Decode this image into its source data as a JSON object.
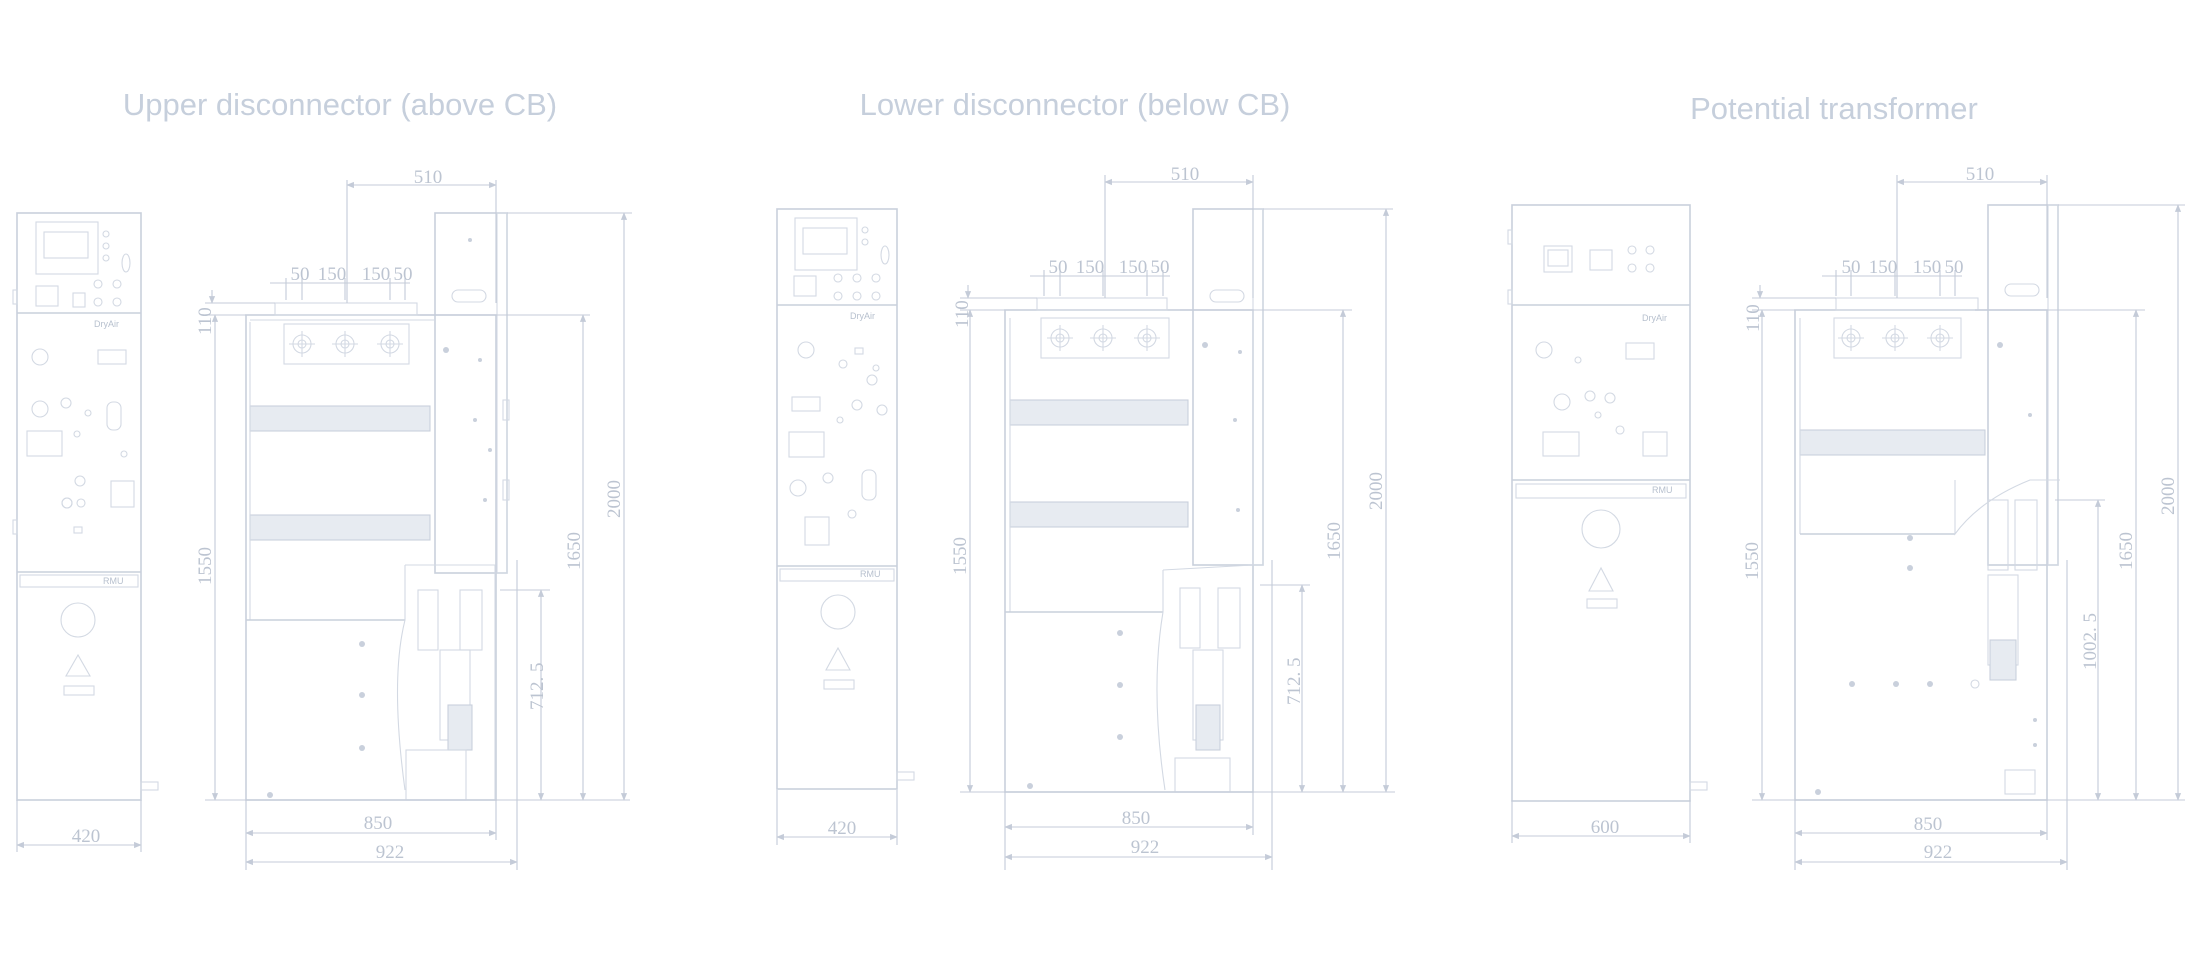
{
  "sections": [
    {
      "title": "Upper disconnector (above CB)",
      "dims": {
        "front_width": "420",
        "top_width": "510",
        "offsets": [
          "50",
          "150",
          "150",
          "50"
        ],
        "side_width_inner": "850",
        "side_width_outer": "922",
        "h_small": "110",
        "h_left": "1550",
        "h_mid": "712. 5",
        "h_right1": "1650",
        "h_right2": "2000"
      },
      "brand": "DryAir",
      "nameplate": "RMU"
    },
    {
      "title": "Lower disconnector (below CB)",
      "dims": {
        "front_width": "420",
        "top_width": "510",
        "offsets": [
          "50",
          "150",
          "150",
          "50"
        ],
        "side_width_inner": "850",
        "side_width_outer": "922",
        "h_small": "110",
        "h_left": "1550",
        "h_mid": "712. 5",
        "h_right1": "1650",
        "h_right2": "2000"
      },
      "brand": "DryAir",
      "nameplate": "RMU"
    },
    {
      "title": "Potential transformer",
      "dims": {
        "front_width": "600",
        "top_width": "510",
        "offsets": [
          "50",
          "150",
          "150",
          "50"
        ],
        "side_width_inner": "850",
        "side_width_outer": "922",
        "h_small": "110",
        "h_left": "1550",
        "h_mid": "1002. 5",
        "h_right1": "1650",
        "h_right2": "2000"
      },
      "brand": "DryAir",
      "nameplate": "RMU"
    }
  ]
}
